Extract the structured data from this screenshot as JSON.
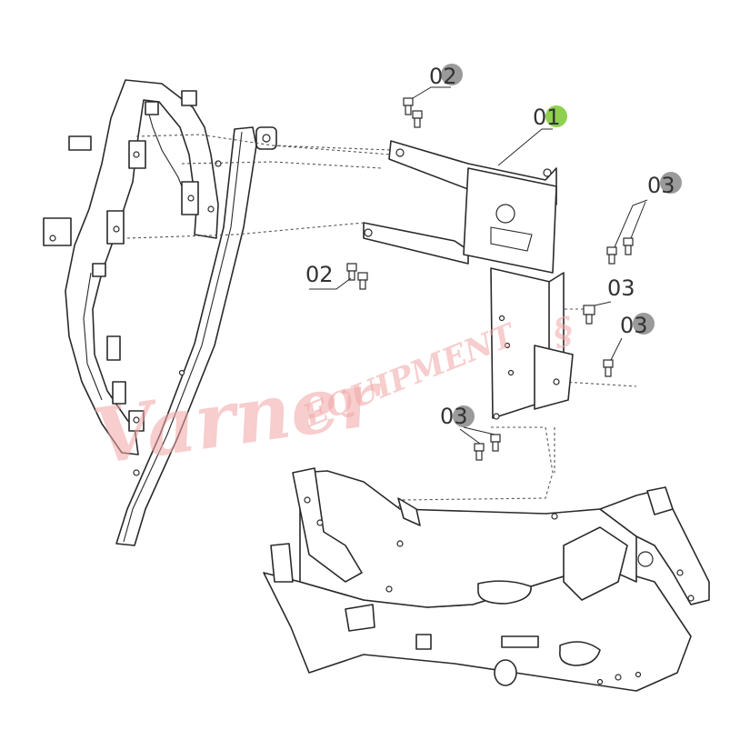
{
  "callouts": {
    "part_01": "01",
    "part_02_top": "02",
    "part_02_left": "02",
    "part_03_a": "03",
    "part_03_b": "03",
    "part_03_c": "03",
    "part_03_d": "03"
  },
  "colors": {
    "highlight_marker": "#8fd14f",
    "gray_marker": "#9a9a9a",
    "watermark": "#f2a6a6",
    "line": "#2a2a2a"
  },
  "watermark": {
    "script": "Varner",
    "block": "EQUIPMENT"
  }
}
